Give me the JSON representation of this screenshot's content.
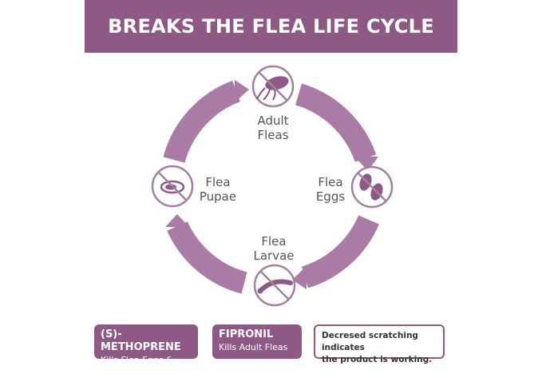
{
  "header": {
    "title": "BREAKS THE FLEA LIFE CYCLE"
  },
  "cycle": {
    "stages": [
      {
        "id": "adult",
        "line1": "Adult",
        "line2": "Fleas",
        "icon": "adult-flea-icon"
      },
      {
        "id": "eggs",
        "line1": "Flea",
        "line2": "Eggs",
        "icon": "flea-eggs-icon"
      },
      {
        "id": "larvae",
        "line1": "Flea",
        "line2": "Larvae",
        "icon": "flea-larvae-icon"
      },
      {
        "id": "pupae",
        "line1": "Flea",
        "line2": "Pupae",
        "icon": "flea-pupae-icon"
      }
    ]
  },
  "boxes": {
    "methoprene": {
      "title": "(S)-METHOPRENE",
      "sub": "Kills Flea Eggs & Larvae"
    },
    "fipronil": {
      "title": "FIPRONIL",
      "sub": "Kills Adult Fleas"
    },
    "note": {
      "line1": "Decresed scratching  indicates",
      "line2": "the product is working."
    }
  },
  "colors": {
    "accent": "#8e5a85",
    "ring": "#a97ba5",
    "icon_border": "#a1829e",
    "text": "#555555"
  }
}
